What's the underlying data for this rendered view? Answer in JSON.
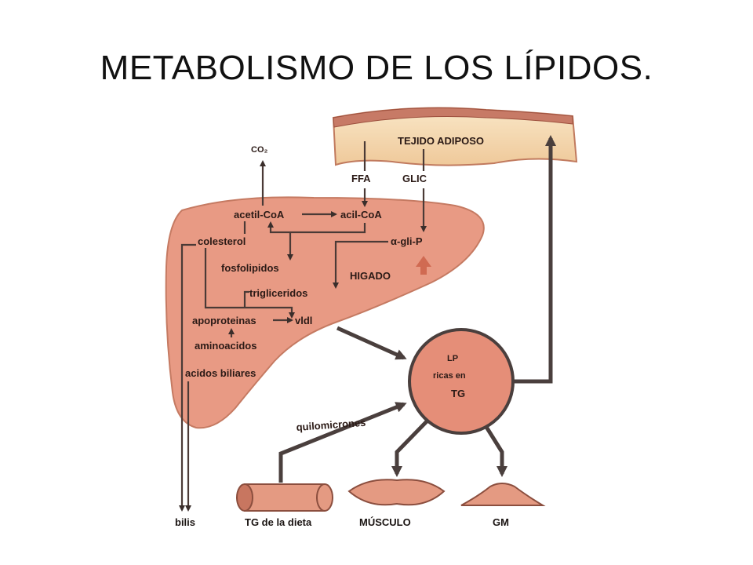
{
  "title": "METABOLISMO DE LOS LÍPIDOS.",
  "diagram": {
    "adipose_label": "TEJIDO ADIPOSO",
    "ffa": "FFA",
    "glic": "GLIC",
    "co2": "CO₂",
    "acetil_coa": "acetil-CoA",
    "acil_coa": "acil-CoA",
    "colesterol": "colesterol",
    "agli_p": "α-gli-P",
    "fosfolipidos": "fosfolipidos",
    "higado": "HIGADO",
    "trigliceridos": "trigliceridos",
    "apoproteinas": "apoproteinas",
    "vldl": "vldl",
    "aminoacidos": "aminoacidos",
    "acidos_biliares": "acidos biliares",
    "lp_line1": "LP",
    "lp_line2": "ricas en",
    "lp_line3": "TG",
    "quilomicrones": "quilomicrones",
    "bilis": "bilis",
    "tg_dieta": "TG de la dieta",
    "musculo": "MÚSCULO",
    "gm": "GM"
  },
  "colors": {
    "liver": "#e89a84",
    "liver_edge": "#b76450",
    "adipose_fat": "#f6dcb4",
    "adipose_skin": "#c77a66",
    "circle": "#e58e78",
    "arrow": "#4a3f3d"
  }
}
